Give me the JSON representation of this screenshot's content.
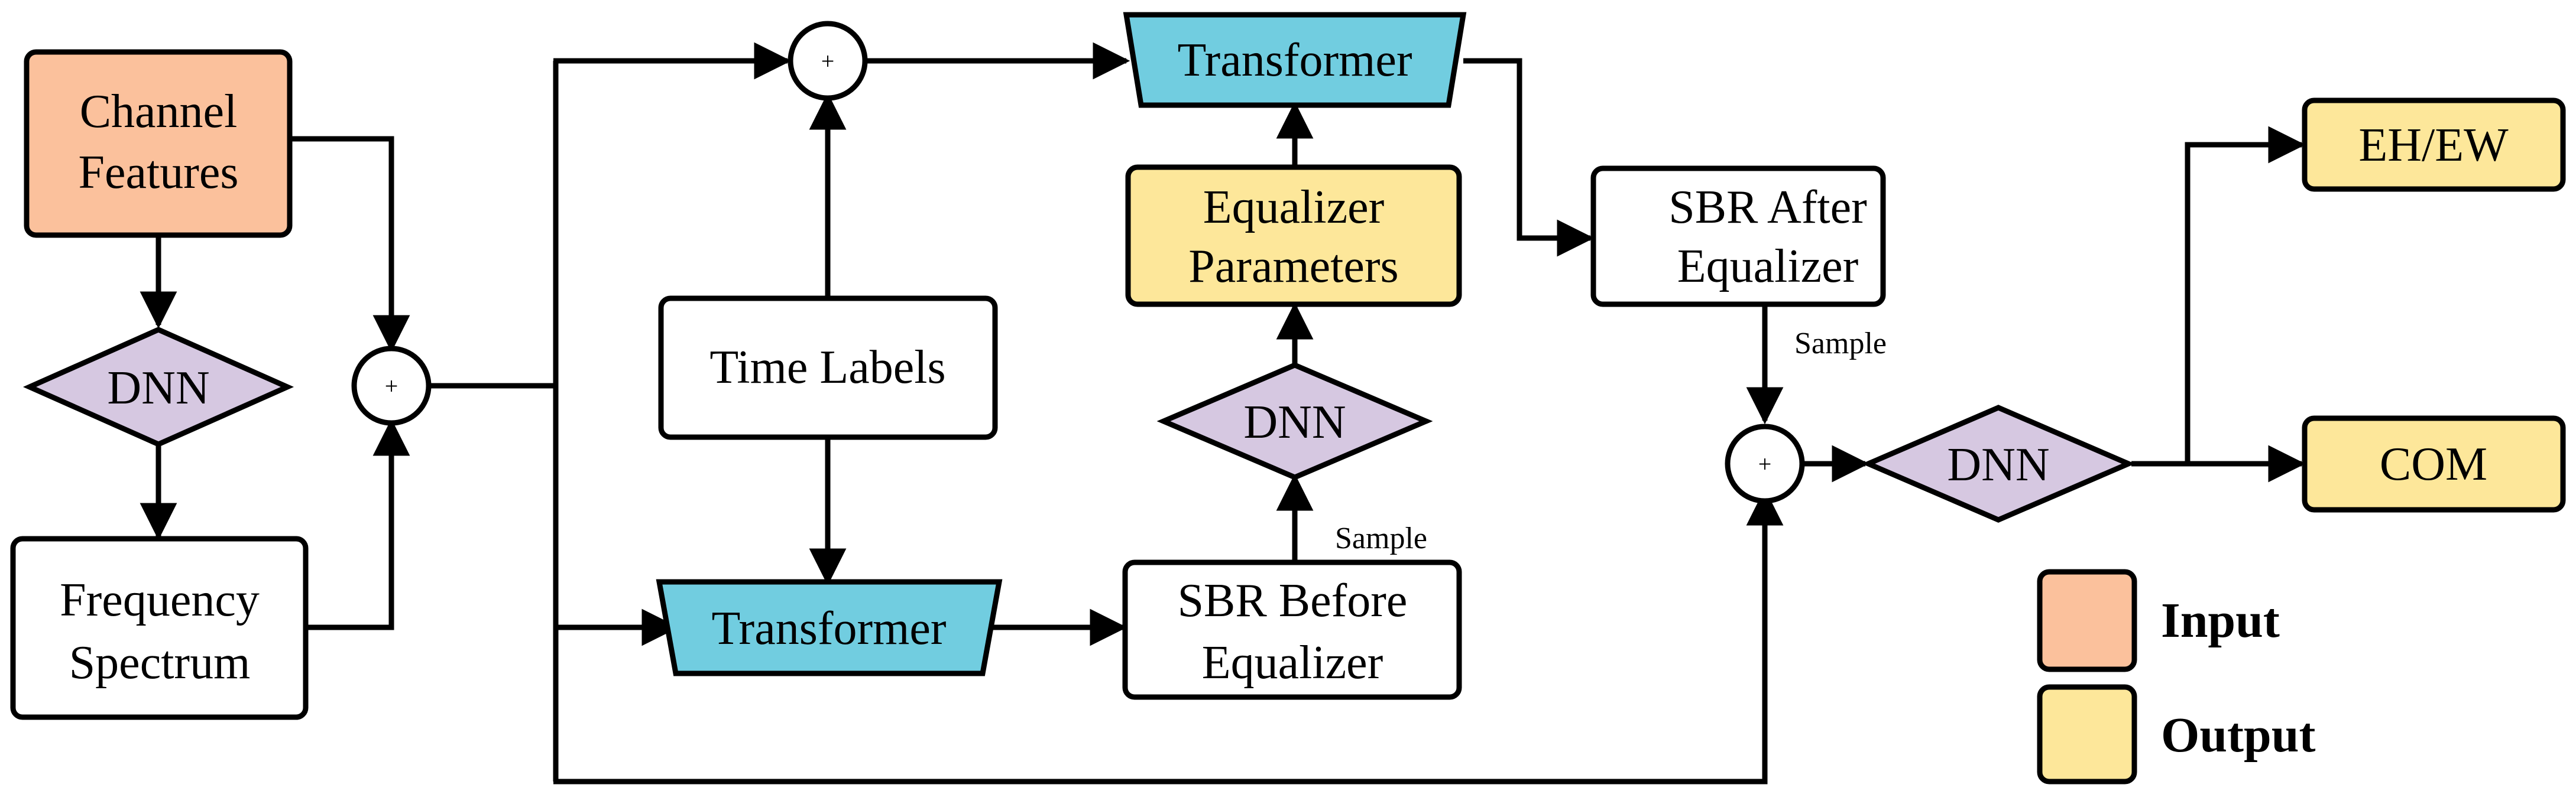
{
  "nodes": {
    "channel_features": [
      "Channel",
      "Features"
    ],
    "dnn_left": "DNN",
    "frequency_spectrum": [
      "Frequency",
      "Spectrum"
    ],
    "plus_symbol": "+",
    "time_labels": "Time Labels",
    "transformer_top": "Transformer",
    "transformer_bottom": "Transformer",
    "equalizer_parameters": [
      "Equalizer",
      "Parameters"
    ],
    "dnn_middle": "DNN",
    "sbr_before": [
      "SBR Before",
      "Equalizer"
    ],
    "sample_middle": "Sample",
    "sbr_after": [
      "SBR After",
      "Equalizer"
    ],
    "sample_right": "Sample",
    "dnn_right": "DNN",
    "eh_ew": "EH/EW",
    "com": "COM"
  },
  "legend": {
    "input_label": "Input",
    "output_label": "Output"
  },
  "colors": {
    "input": "#FBC19C",
    "output": "#FDE79A",
    "transformer": "#71CDE0",
    "dnn": "#D6C8E1",
    "stroke": "#000000"
  }
}
